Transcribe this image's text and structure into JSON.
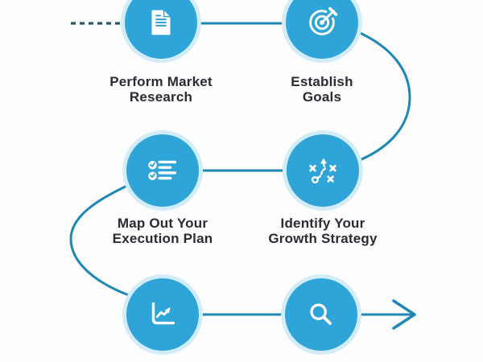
{
  "diagram": {
    "type": "process-flow",
    "colors": {
      "background": "#fdfdfd",
      "circle_fill": "#2ea4d9",
      "circle_halo": "#d2edf9",
      "connector": "#1d87b5",
      "dashed_connector": "#2d5568",
      "label_text": "#2b2b33",
      "icon": "#ffffff"
    },
    "steps": [
      {
        "icon": "document-icon",
        "label_line1": "Perform Market",
        "label_line2": "Research"
      },
      {
        "icon": "target-icon",
        "label_line1": "Establish",
        "label_line2": "Goals"
      },
      {
        "icon": "checklist-icon",
        "label_line1": "Map Out Your",
        "label_line2": "Execution Plan"
      },
      {
        "icon": "strategy-icon",
        "label_line1": "Identify Your",
        "label_line2": "Growth Strategy"
      },
      {
        "icon": "line-chart-icon"
      },
      {
        "icon": "search-icon"
      }
    ],
    "flow_markers": {
      "entry": "dashed line entering from left",
      "exit": "arrow pointing right"
    }
  }
}
